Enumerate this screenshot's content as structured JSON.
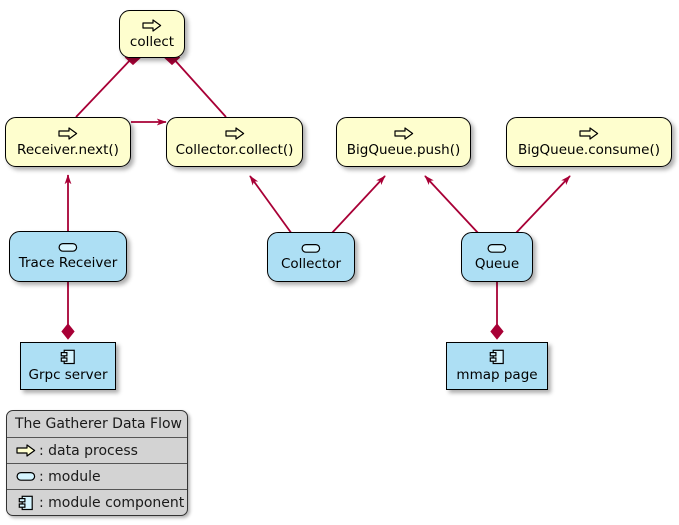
{
  "diagram": {
    "title": "The Gatherer Data Flow",
    "colors": {
      "process_fill": "#FEFECE",
      "module_fill": "#ADDFF4",
      "component_fill": "#ADDFF4",
      "edge": "#A80036",
      "border": "#000000",
      "legend_fill": "#D3D3D3"
    },
    "nodes": [
      {
        "id": "collect",
        "label": "collect",
        "stereotype": "data process",
        "icon": "data-process-arrow-icon"
      },
      {
        "id": "receiver_next",
        "label": "Receiver.next()",
        "stereotype": "data process",
        "icon": "data-process-arrow-icon"
      },
      {
        "id": "collector_collect",
        "label": "Collector.collect()",
        "stereotype": "data process",
        "icon": "data-process-arrow-icon"
      },
      {
        "id": "bigqueue_push",
        "label": "BigQueue.push()",
        "stereotype": "data process",
        "icon": "data-process-arrow-icon"
      },
      {
        "id": "bigqueue_consume",
        "label": "BigQueue.consume()",
        "stereotype": "data process",
        "icon": "data-process-arrow-icon"
      },
      {
        "id": "trace_receiver",
        "label": "Trace Receiver",
        "stereotype": "module",
        "icon": "module-rounded-icon"
      },
      {
        "id": "collector",
        "label": "Collector",
        "stereotype": "module",
        "icon": "module-rounded-icon"
      },
      {
        "id": "queue",
        "label": "Queue",
        "stereotype": "module",
        "icon": "module-rounded-icon"
      },
      {
        "id": "grpc_server",
        "label": "Grpc server",
        "stereotype": "module component",
        "icon": "component-icon"
      },
      {
        "id": "mmap_page",
        "label": "mmap page",
        "stereotype": "module component",
        "icon": "component-icon"
      }
    ],
    "edges": [
      {
        "from": "collect",
        "to": "receiver_next",
        "type": "composition"
      },
      {
        "from": "collect",
        "to": "collector_collect",
        "type": "composition"
      },
      {
        "from": "receiver_next",
        "to": "collector_collect",
        "type": "arrow"
      },
      {
        "from": "trace_receiver",
        "to": "receiver_next",
        "type": "arrow"
      },
      {
        "from": "collector",
        "to": "collector_collect",
        "type": "arrow"
      },
      {
        "from": "collector",
        "to": "bigqueue_push",
        "type": "arrow"
      },
      {
        "from": "queue",
        "to": "bigqueue_push",
        "type": "arrow"
      },
      {
        "from": "queue",
        "to": "bigqueue_consume",
        "type": "arrow"
      },
      {
        "from": "trace_receiver",
        "to": "grpc_server",
        "type": "composition"
      },
      {
        "from": "queue",
        "to": "mmap_page",
        "type": "composition"
      }
    ]
  },
  "legend": {
    "title": "The Gatherer Data Flow",
    "rows": [
      {
        "icon": "data-process-arrow-icon",
        "text": ": data process"
      },
      {
        "icon": "module-rounded-icon",
        "text": ": module"
      },
      {
        "icon": "component-icon",
        "text": ": module component"
      }
    ]
  }
}
